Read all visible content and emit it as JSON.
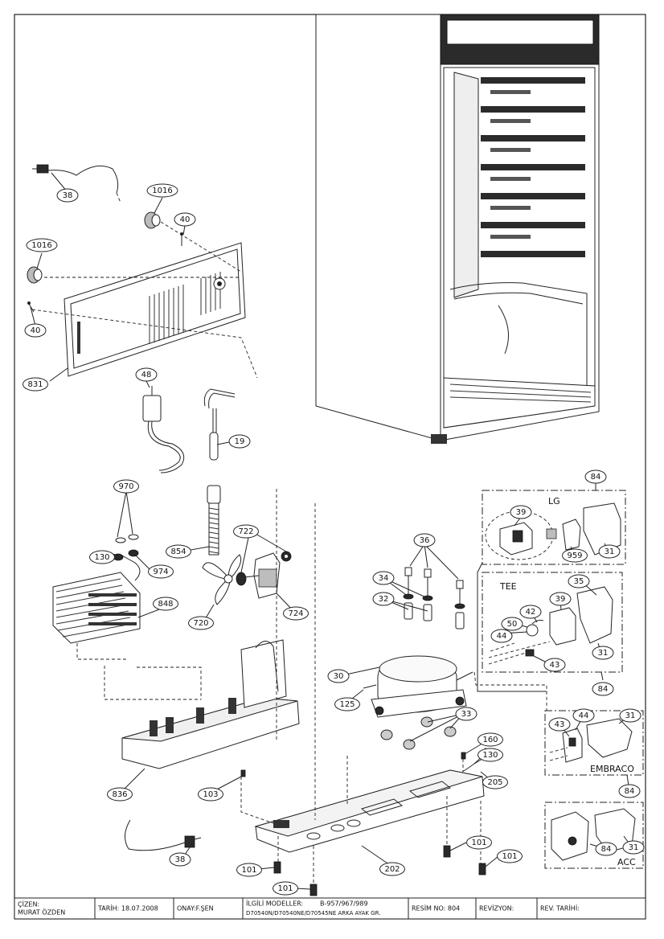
{
  "diagram": {
    "callouts": [
      {
        "id": "c38a",
        "label": "38"
      },
      {
        "id": "c1016a",
        "label": "1016"
      },
      {
        "id": "c40a",
        "label": "40"
      },
      {
        "id": "c1016b",
        "label": "1016"
      },
      {
        "id": "c40b",
        "label": "40"
      },
      {
        "id": "c831",
        "label": "831"
      },
      {
        "id": "c48",
        "label": "48"
      },
      {
        "id": "c19",
        "label": "19"
      },
      {
        "id": "c970",
        "label": "970"
      },
      {
        "id": "c130a",
        "label": "130"
      },
      {
        "id": "c974",
        "label": "974"
      },
      {
        "id": "c854",
        "label": "854"
      },
      {
        "id": "c722",
        "label": "722"
      },
      {
        "id": "c720",
        "label": "720"
      },
      {
        "id": "c724",
        "label": "724"
      },
      {
        "id": "c848",
        "label": "848"
      },
      {
        "id": "c36",
        "label": "36"
      },
      {
        "id": "c34",
        "label": "34"
      },
      {
        "id": "c32",
        "label": "32"
      },
      {
        "id": "c30",
        "label": "30"
      },
      {
        "id": "c125",
        "label": "125"
      },
      {
        "id": "c33",
        "label": "33"
      },
      {
        "id": "c160",
        "label": "160"
      },
      {
        "id": "c130b",
        "label": "130"
      },
      {
        "id": "c205",
        "label": "205"
      },
      {
        "id": "c836",
        "label": "836"
      },
      {
        "id": "c103",
        "label": "103"
      },
      {
        "id": "c38b",
        "label": "38"
      },
      {
        "id": "c202",
        "label": "202"
      },
      {
        "id": "c101a",
        "label": "101"
      },
      {
        "id": "c101b",
        "label": "101"
      },
      {
        "id": "c101c",
        "label": "101"
      },
      {
        "id": "c101d",
        "label": "101"
      },
      {
        "id": "c84a",
        "label": "84"
      },
      {
        "id": "c39a",
        "label": "39"
      },
      {
        "id": "c959",
        "label": "959"
      },
      {
        "id": "c31a",
        "label": "31"
      },
      {
        "id": "c35",
        "label": "35"
      },
      {
        "id": "c42",
        "label": "42"
      },
      {
        "id": "c39b",
        "label": "39"
      },
      {
        "id": "c50",
        "label": "50"
      },
      {
        "id": "c44a",
        "label": "44"
      },
      {
        "id": "c43a",
        "label": "43"
      },
      {
        "id": "c31b",
        "label": "31"
      },
      {
        "id": "c84b",
        "label": "84"
      },
      {
        "id": "c44b",
        "label": "44"
      },
      {
        "id": "c31c",
        "label": "31"
      },
      {
        "id": "c43b",
        "label": "43"
      },
      {
        "id": "c84c",
        "label": "84"
      },
      {
        "id": "c84d",
        "label": "84"
      },
      {
        "id": "c31d",
        "label": "31"
      }
    ],
    "variant_labels": {
      "lg": "LG",
      "tee": "TEE",
      "embraco": "EMBRACO",
      "acc": "ACC"
    }
  },
  "title_block": {
    "cizen_label": "ÇİZEN:",
    "cizen_name": "MURAT ÖZDEN",
    "tarih": "TARİH: 18.07.2008",
    "onay": "ONAY:F.ŞEN",
    "ilgili_label": "İLGİLİ MODELLER:",
    "ilgili_models": "B-957/967/989",
    "models_line2": "D70540N/D70540NE/D70545NE ARKA AYAK GR.",
    "resim_no": "RESİM NO: 804",
    "revizyon": "REVİZYON:",
    "rev_tarihi": "REV. TARİHİ:"
  }
}
